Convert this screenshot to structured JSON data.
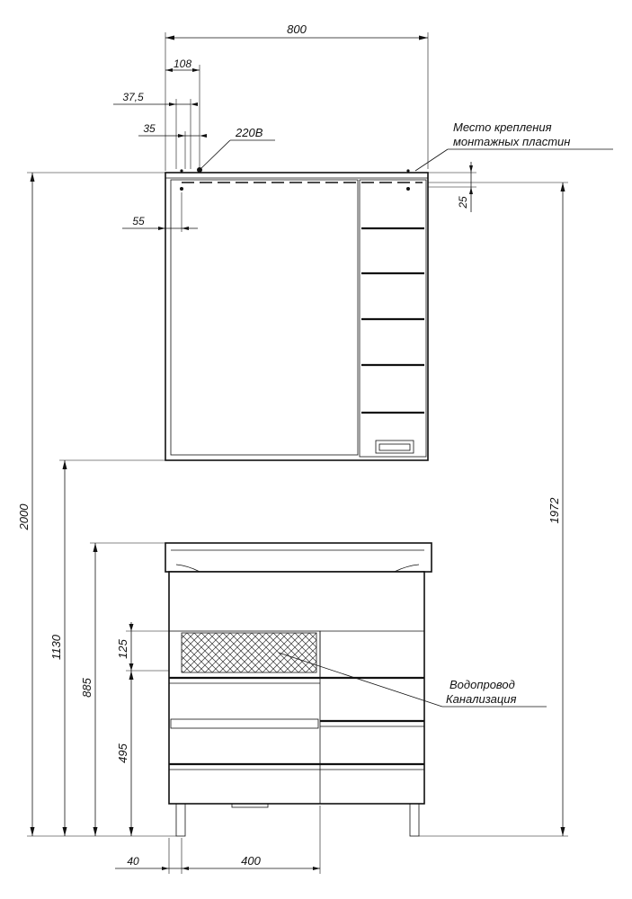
{
  "dimensions": {
    "total_width_top": "800",
    "offset_108": "108",
    "offset_37_5": "37,5",
    "offset_35": "35",
    "offset_55": "55",
    "offset_25": "25",
    "height_total": "2000",
    "height_1972": "1972",
    "height_1130": "1130",
    "height_885": "885",
    "height_495": "495",
    "height_125": "125",
    "bottom_40": "40",
    "bottom_400": "400"
  },
  "labels": {
    "power": "220В",
    "mount_line1": "Место крепления",
    "mount_line2": "монтажных пластин",
    "water_line1": "Водопровод",
    "water_line2": "Канализация"
  }
}
